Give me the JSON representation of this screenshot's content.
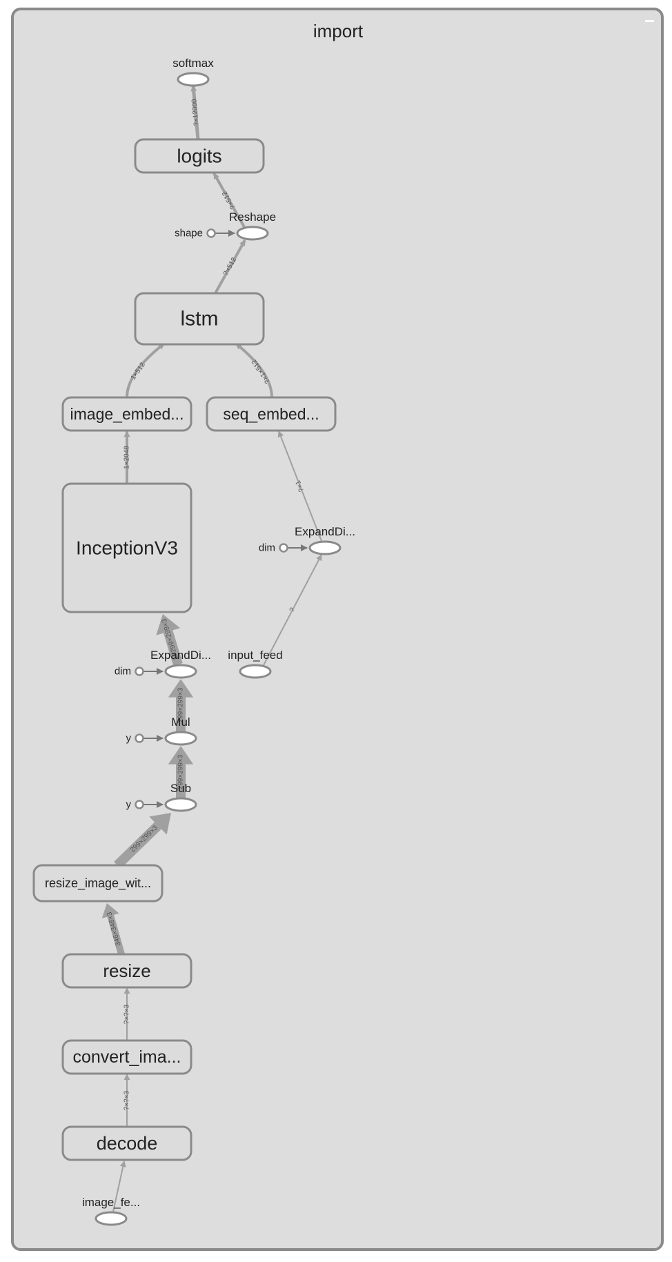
{
  "graph": {
    "title": "import",
    "collapse_icon": "minus-icon",
    "colors": {
      "background": "#dddddd",
      "stroke": "#8a8a8a",
      "edge": "#a0a0a0",
      "text": "#222222"
    },
    "clusters": [
      {
        "id": "logits",
        "label": "logits"
      },
      {
        "id": "lstm",
        "label": "lstm"
      },
      {
        "id": "image_embed",
        "label": "image_embed..."
      },
      {
        "id": "seq_embed",
        "label": "seq_embed..."
      },
      {
        "id": "inception",
        "label": "InceptionV3"
      },
      {
        "id": "resize_image",
        "label": "resize_image_wit..."
      },
      {
        "id": "resize",
        "label": "resize"
      },
      {
        "id": "convert",
        "label": "convert_ima..."
      },
      {
        "id": "decode",
        "label": "decode"
      }
    ],
    "ops": [
      {
        "id": "softmax",
        "label": "softmax"
      },
      {
        "id": "reshape",
        "label": "Reshape"
      },
      {
        "id": "expanddims_seq",
        "label": "ExpandDi..."
      },
      {
        "id": "expanddims_img",
        "label": "ExpandDi..."
      },
      {
        "id": "input_feed",
        "label": "input_feed"
      },
      {
        "id": "mul",
        "label": "Mul"
      },
      {
        "id": "sub",
        "label": "Sub"
      },
      {
        "id": "image_feed",
        "label": "image_fe..."
      }
    ],
    "constants": [
      {
        "id": "shape",
        "label": "shape"
      },
      {
        "id": "dim_seq",
        "label": "dim"
      },
      {
        "id": "dim_img",
        "label": "dim"
      },
      {
        "id": "y_mul",
        "label": "y"
      },
      {
        "id": "y_sub",
        "label": "y"
      }
    ],
    "edges": [
      {
        "from": "logits",
        "to": "softmax",
        "label": "?×12000"
      },
      {
        "from": "reshape",
        "to": "logits",
        "label": "?×512"
      },
      {
        "from": "lstm",
        "to": "reshape",
        "label": "?×512"
      },
      {
        "from": "image_embed",
        "to": "lstm",
        "label": "1×512"
      },
      {
        "from": "seq_embed",
        "to": "lstm",
        "label": "?×1×512"
      },
      {
        "from": "inception",
        "to": "image_embed",
        "label": "1×2048"
      },
      {
        "from": "expanddims_seq",
        "to": "seq_embed",
        "label": "?×1"
      },
      {
        "from": "input_feed",
        "to": "expanddims_seq",
        "label": "?"
      },
      {
        "from": "expanddims_img",
        "to": "inception",
        "label": "1×299×299×3"
      },
      {
        "from": "mul",
        "to": "expanddims_img",
        "label": "299×299×3"
      },
      {
        "from": "sub",
        "to": "mul",
        "label": "299×299×3"
      },
      {
        "from": "resize_image",
        "to": "sub",
        "label": "299×299×3"
      },
      {
        "from": "resize",
        "to": "resize_image",
        "label": "346×346×3"
      },
      {
        "from": "convert",
        "to": "resize",
        "label": "?×?×3"
      },
      {
        "from": "decode",
        "to": "convert",
        "label": "?×?×3"
      },
      {
        "from": "image_feed",
        "to": "decode",
        "label": ""
      },
      {
        "from": "shape",
        "to": "reshape",
        "label": ""
      },
      {
        "from": "dim_seq",
        "to": "expanddims_seq",
        "label": ""
      },
      {
        "from": "dim_img",
        "to": "expanddims_img",
        "label": ""
      },
      {
        "from": "y_mul",
        "to": "mul",
        "label": ""
      },
      {
        "from": "y_sub",
        "to": "sub",
        "label": ""
      }
    ]
  }
}
